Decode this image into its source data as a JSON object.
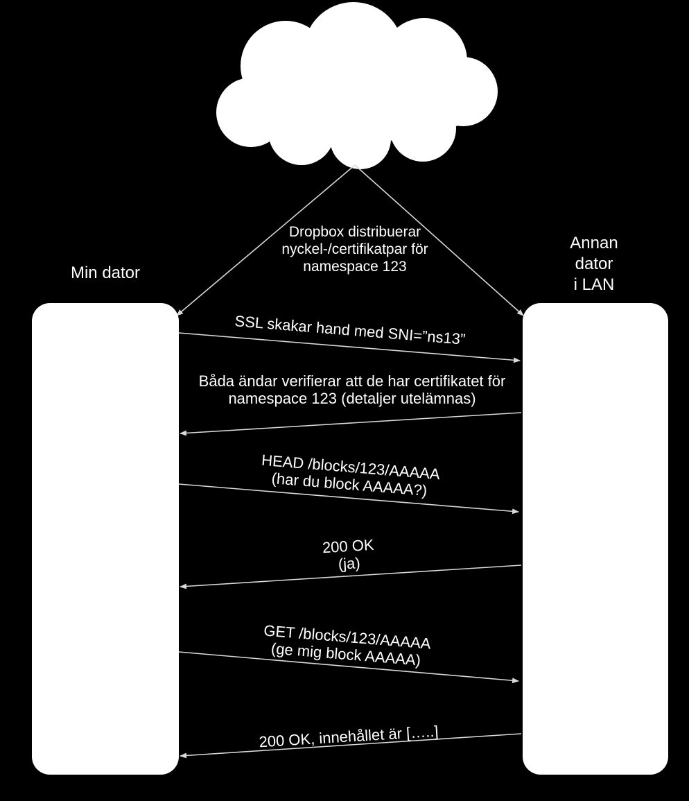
{
  "nodes": {
    "left_title": "Min dator",
    "right_title_lines": [
      "Annan",
      "dator",
      "i LAN"
    ]
  },
  "distribution": {
    "lines": [
      "Dropbox distribuerar",
      "nyckel-/certifikatpar för",
      "namespace 123"
    ]
  },
  "messages": [
    {
      "direction": "right",
      "lines": [
        "SSL skakar hand med SNI=”ns13”"
      ]
    },
    {
      "direction": "left",
      "lines": [
        "Båda ändar verifierar att de har certifikatet för",
        "namespace 123 (detaljer utelämnas)"
      ]
    },
    {
      "direction": "right",
      "lines": [
        "HEAD /blocks/123/AAAAA",
        "(har du block AAAAA?)"
      ]
    },
    {
      "direction": "left",
      "lines": [
        "200 OK",
        "(ja)"
      ]
    },
    {
      "direction": "right",
      "lines": [
        "GET /blocks/123/AAAAA",
        "(ge mig block AAAAA)"
      ]
    },
    {
      "direction": "left",
      "lines": [
        "200 OK, innehållet är […..]"
      ]
    }
  ],
  "colors": {
    "background": "#000000",
    "foreground": "#ffffff",
    "arrow": "#d9d9d9"
  }
}
